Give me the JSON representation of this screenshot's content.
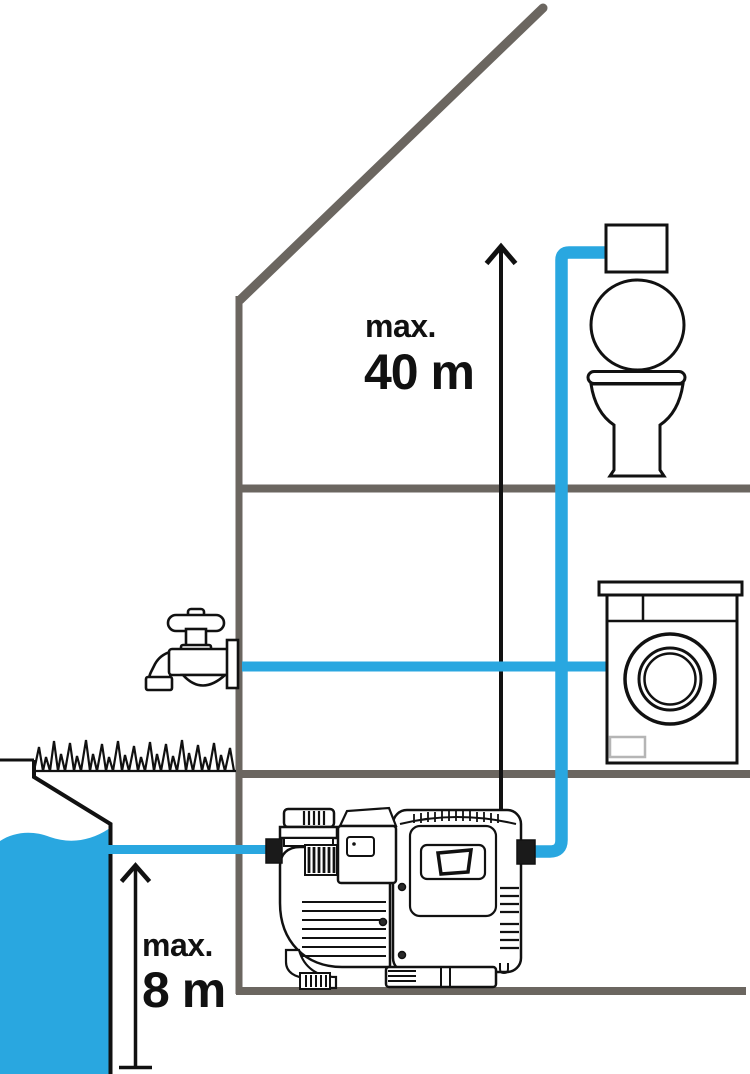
{
  "diagram": {
    "measurements": {
      "delivery_head": {
        "prefix": "max.",
        "value": "40 m"
      },
      "suction_height": {
        "prefix": "max.",
        "value": "8 m"
      }
    },
    "colors": {
      "pipe_blue": "#29A7E0",
      "structure_gray": "#6B6660",
      "line_black": "#111111",
      "washer_detail_gray": "#B5B5B5"
    },
    "elements": {
      "house": "house-cross-section",
      "tap": "water-tap",
      "toilet": "toilet",
      "washing_machine": "washing-machine",
      "pump": "domestic-water-pump",
      "water_source": "well-water-source",
      "grass": "grass"
    }
  }
}
